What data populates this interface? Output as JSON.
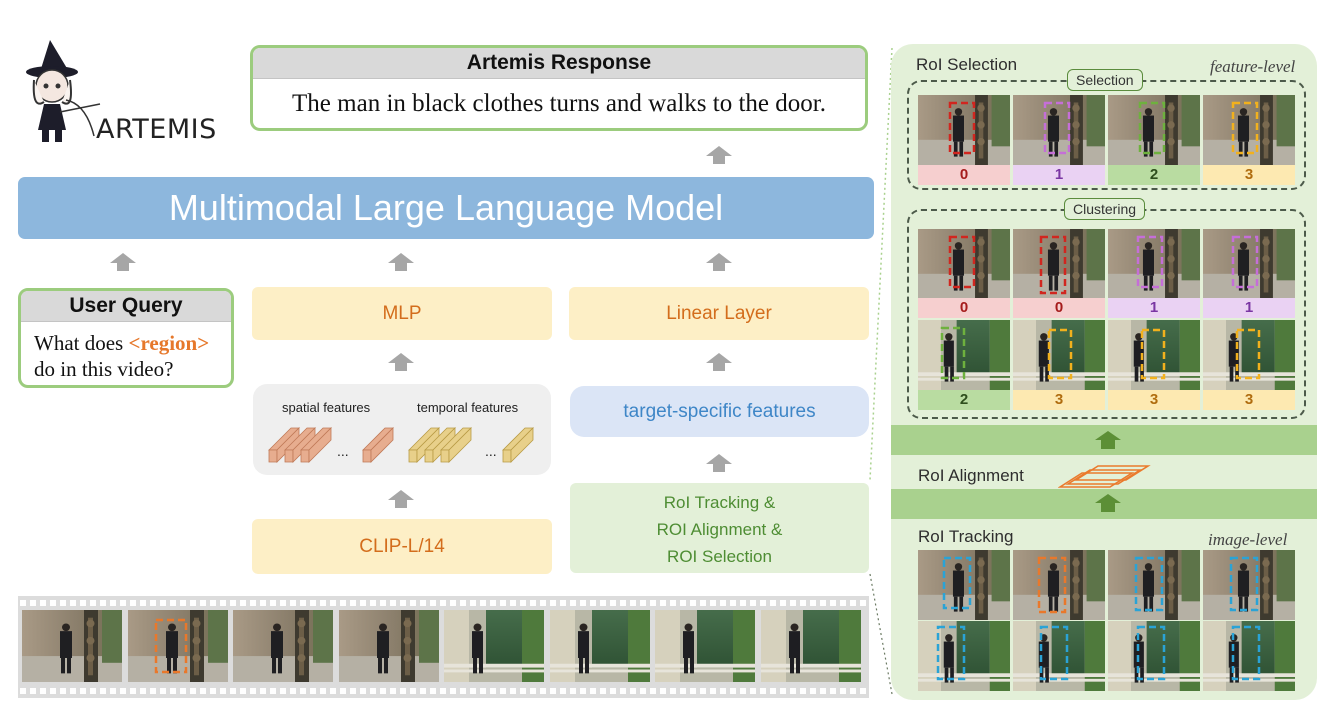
{
  "logo": {
    "text": "ARTEMIS"
  },
  "response": {
    "title": "Artemis Response",
    "text": "The man in black clothes turns and walks to the door."
  },
  "mllm": {
    "label": "Multimodal Large Language Model"
  },
  "user_query": {
    "title": "User Query",
    "line1_prefix": "What does ",
    "region_token": "<region>",
    "line2": "do in this video?"
  },
  "mlp": {
    "label": "MLP"
  },
  "linear": {
    "label": "Linear Layer"
  },
  "features": {
    "spatial": "spatial features",
    "temporal": "temporal features",
    "ellipsis": "..."
  },
  "target": {
    "label": "target-specific features"
  },
  "clip": {
    "label": "CLIP-L/14"
  },
  "roi_box": {
    "line1": "RoI Tracking &",
    "line2": "ROI Alignment &",
    "line3": "ROI Selection"
  },
  "panel": {
    "selection_title": "RoI Selection",
    "feature_level": "feature-level",
    "selection_tag": "Selection",
    "clustering_tag": "Clustering",
    "alignment_title": "RoI Alignment",
    "tracking_title": "RoI Tracking",
    "image_level": "image-level",
    "selection_labels": [
      "0",
      "1",
      "2",
      "3"
    ],
    "clustering_labels_row1": [
      "0",
      "0",
      "1",
      "1"
    ],
    "clustering_labels_row2": [
      "2",
      "3",
      "3",
      "3"
    ]
  },
  "colors": {
    "cluster0": "#d1261f",
    "cluster1": "#c56ed8",
    "cluster2": "#6eb13e",
    "cluster3": "#f2b11d",
    "track_box": "#2aa3d6",
    "query_box": "#e9782b",
    "panel_bg": "#e3f0d8",
    "mllm_bg": "#8db7dd"
  }
}
